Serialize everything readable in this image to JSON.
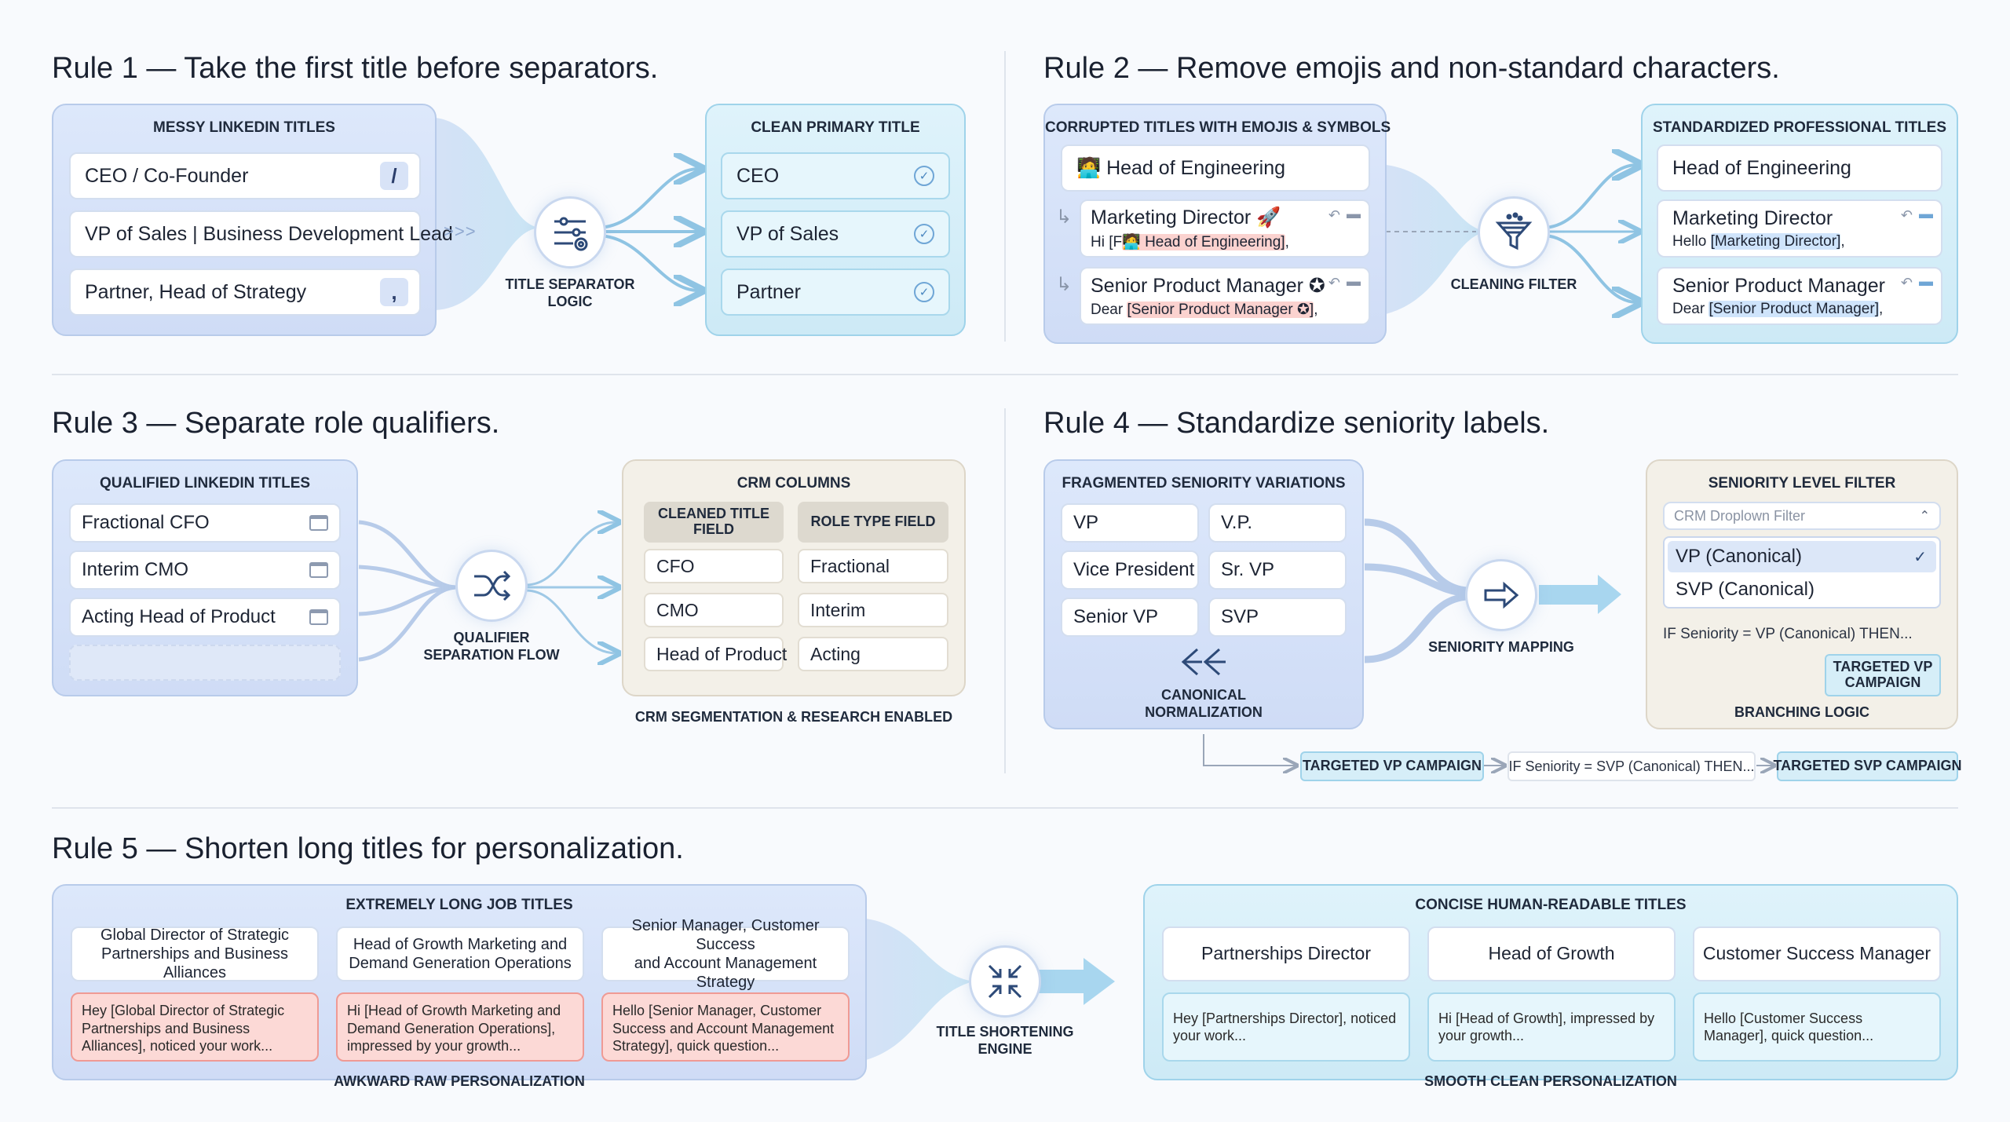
{
  "rule1": {
    "title": "Rule 1 — Take the first title before separators.",
    "messy_header": "MESSY LINKEDIN TITLES",
    "messy": [
      {
        "text": "CEO / Co-Founder",
        "separator": "/"
      },
      {
        "text": "VP of Sales | Business Development Lead",
        "separator": ""
      },
      {
        "text": "Partner, Head of Strategy",
        "separator": ","
      }
    ],
    "arrows_glyph": ">>>",
    "node_label": "TITLE SEPARATOR\nLOGIC",
    "clean_header": "CLEAN PRIMARY TITLE",
    "clean": [
      "CEO",
      "VP of Sales",
      "Partner"
    ]
  },
  "rule2": {
    "title": "Rule 2 — Remove emojis and non-standard characters.",
    "corrupt_header": "CORRUPTED TITLES WITH EMOJIS & SYMBOLS",
    "corrupt": [
      {
        "title": "🧑‍💻 Head of Engineering"
      },
      {
        "title": "Marketing Director 🚀",
        "greet": "Hi [F",
        "emoji": "🧑‍💻",
        "tail": "Head of Engineering]",
        "end": ","
      },
      {
        "title": "Senior Product Manager ✪",
        "greet": "Dear ",
        "field": "[Senior Product Manager ✪]",
        "end": ","
      }
    ],
    "node_label": "CLEANING FILTER",
    "std_header": "STANDARDIZED PROFESSIONAL TITLES",
    "std": [
      {
        "title": "Head of Engineering"
      },
      {
        "title": "Marketing Director",
        "greet": "Hello ",
        "field": "[Marketing Director]",
        "end": ","
      },
      {
        "title": "Senior Product Manager",
        "greet": "Dear ",
        "field": "[Senior Product Manager]",
        "end": ","
      }
    ]
  },
  "rule3": {
    "title": "Rule 3 — Separate role qualifiers.",
    "qual_header": "QUALIFIED LINKEDIN TITLES",
    "qual": [
      "Fractional CFO",
      "Interim CMO",
      "Acting Head of Product"
    ],
    "node_label": "QUALIFIER\nSEPARATION FLOW",
    "crm_header": "CRM COLUMNS",
    "col1_header": "CLEANED TITLE\nFIELD",
    "col2_header": "ROLE TYPE FIELD",
    "col1": [
      "CFO",
      "CMO",
      "Head of Product"
    ],
    "col2": [
      "Fractional",
      "Interim",
      "Acting"
    ],
    "footer": "CRM SEGMENTATION & RESEARCH ENABLED"
  },
  "rule4": {
    "title": "Rule 4 — Standardize seniority labels.",
    "frag_header": "FRAGMENTED SENIORITY VARIATIONS",
    "frag": [
      "VP",
      "V.P.",
      "Vice President",
      "Sr. VP",
      "Senior VP",
      "SVP"
    ],
    "canon_label": "CANONICAL\nNORMALIZATION",
    "node_label": "SENIORITY MAPPING",
    "filter_header": "SENIORITY LEVEL FILTER",
    "dropdown_placeholder": "CRM Droplown Filter",
    "options": [
      {
        "label": "VP (Canonical)",
        "selected": true
      },
      {
        "label": "SVP (Canonical)",
        "selected": false
      }
    ],
    "if_vp": "IF Seniority = VP (Canonical) THEN...",
    "targeted_vp": "TARGETED VP\nCAMPAIGN",
    "branching": "BRANCHING LOGIC",
    "bottom_vp": "TARGETED VP CAMPAIGN",
    "if_svp": "IF Seniority = SVP (Canonical) THEN...",
    "bottom_svp": "TARGETED SVP CAMPAIGN"
  },
  "rule5": {
    "title": "Rule 5 — Shorten long titles for personalization.",
    "long_header": "EXTREMELY LONG JOB TITLES",
    "long": [
      "Global Director of Strategic\nPartnerships and Business Alliances",
      "Head of Growth Marketing and\nDemand Generation Operations",
      "Senior Manager, Customer Success\nand Account Management Strategy"
    ],
    "raw_msgs": [
      "Hey [Global Director of Strategic Partnerships and Business Alliances], noticed your work...",
      "Hi [Head of Growth Marketing and Demand Generation Operations], impressed by your growth...",
      "Hello [Senior Manager, Customer Success and Account Management Strategy], quick question..."
    ],
    "raw_footer": "AWKWARD RAW PERSONALIZATION",
    "node_label": "TITLE SHORTENING\nENGINE",
    "short_header": "CONCISE HUMAN-READABLE TITLES",
    "short": [
      "Partnerships Director",
      "Head of Growth",
      "Customer Success Manager"
    ],
    "clean_msgs": [
      "Hey [Partnerships Director], noticed your work...",
      "Hi [Head of Growth], impressed by your growth...",
      "Hello [Customer Success Manager], quick question..."
    ],
    "clean_footer": "SMOOTH CLEAN PERSONALIZATION"
  },
  "colors": {
    "panel_blue": "#d6e2f8",
    "panel_cyan": "#d6eef8",
    "panel_beige": "#f3f0e8",
    "raw_red": "#fcd9d6",
    "accent": "#6fa6d6"
  },
  "icons": [
    "slash-icon",
    "comma-icon",
    "check-circle-icon",
    "sliders-gear-icon",
    "funnel-icon",
    "reply-icon",
    "message-icon",
    "calendar-icon",
    "shuffle-icon",
    "arrow-right-icon",
    "compress-icon",
    "chevron-up-icon",
    "checkmark-icon",
    "branch-arrows-icon"
  ]
}
